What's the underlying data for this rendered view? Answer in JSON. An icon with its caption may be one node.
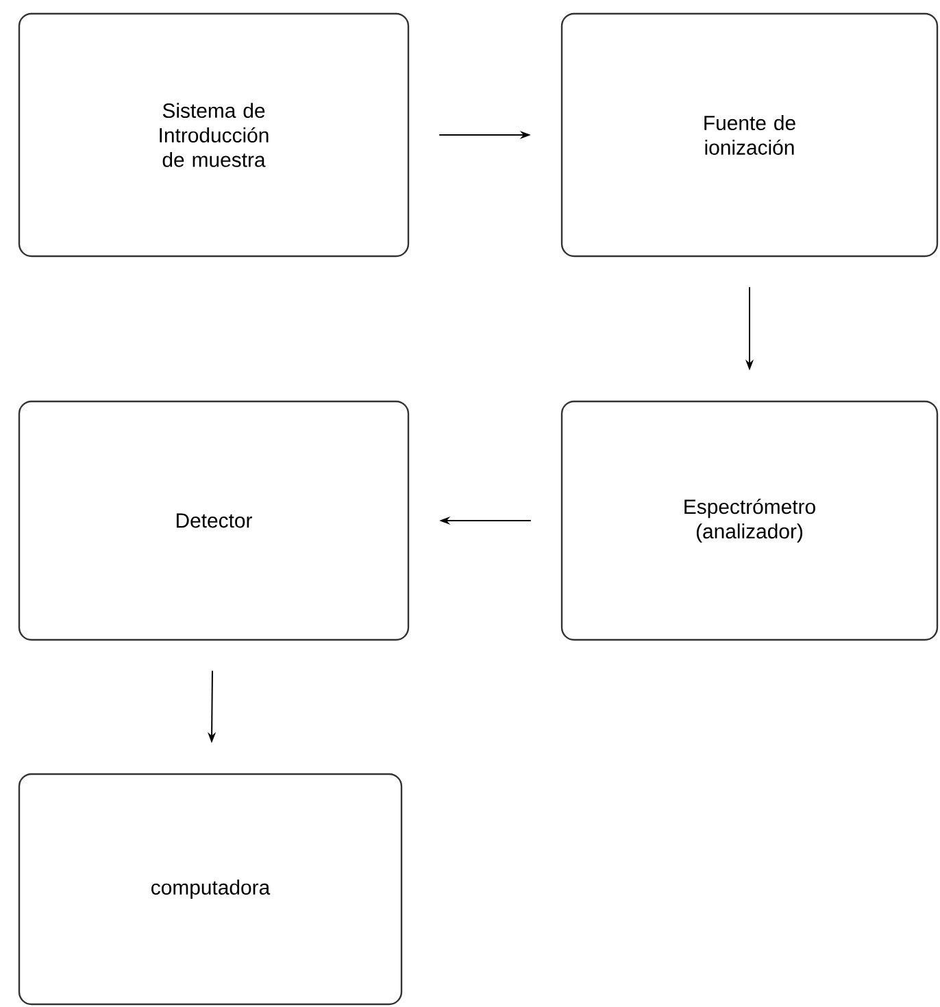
{
  "diagram": {
    "nodes": [
      {
        "text": [
          "Sistema de Introducción de muestra"
        ]
      },
      {
        "text": [
          "Fuente de ionización"
        ]
      },
      {
        "text": [
          "Detector"
        ]
      },
      {
        "text": [
          "Espectrómetro (analizador)"
        ]
      },
      {
        "text": [
          "computadora"
        ]
      }
    ],
    "edges": [
      {
        "from": 0,
        "to": 1,
        "arrow": "to"
      },
      {
        "from": 1,
        "to": 3,
        "arrow": "to"
      },
      {
        "from": 3,
        "to": 2,
        "arrow": "to"
      },
      {
        "from": 2,
        "to": 4,
        "arrow": "to"
      }
    ]
  }
}
